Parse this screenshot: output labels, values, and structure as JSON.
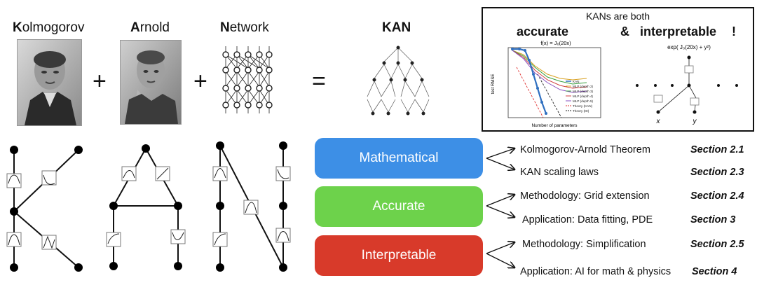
{
  "top": {
    "kolmogorov": {
      "initial": "K",
      "rest": "olmogorov"
    },
    "arnold": {
      "initial": "A",
      "rest": "rnold"
    },
    "network": {
      "initial": "N",
      "rest": "etwork"
    },
    "plus": "+",
    "equals": "=",
    "kan": "KAN"
  },
  "panel": {
    "line1": "KANs are both",
    "accurate": "accurate",
    "amp": "&",
    "interpretable": "interpretable",
    "excl": "!",
    "plot_title": "f(x) = J₀(20x)",
    "xlabel": "Number of parameters",
    "ylabel": "test RMSE",
    "legend": [
      "KAN",
      "MLP (depth 2)",
      "MLP (depth 3)",
      "MLP (depth 4)",
      "MLP (depth 5)",
      "Theory (KAN)",
      "Theory (ID)"
    ],
    "tree_formula": "exp( J₀(20x) + y²)",
    "var_x": "x",
    "var_y": "y"
  },
  "rows": [
    {
      "label": "Mathematical",
      "color": "#3d8fe6",
      "items": [
        {
          "text": "Kolmogorov-Arnold Theorem",
          "section": "Section 2.1"
        },
        {
          "text": "KAN scaling laws",
          "section": "Section 2.3"
        }
      ]
    },
    {
      "label": "Accurate",
      "color": "#6dd24b",
      "items": [
        {
          "text": "Methodology: Grid extension",
          "section": "Section 2.4"
        },
        {
          "text": "Application: Data fitting, PDE",
          "section": "Section 3"
        }
      ]
    },
    {
      "label": "Interpretable",
      "color": "#d83a2a",
      "items": [
        {
          "text": "Methodology: Simplification",
          "section": "Section 2.5"
        },
        {
          "text": "Application: AI for math & physics",
          "section": "Section 4"
        }
      ]
    }
  ]
}
